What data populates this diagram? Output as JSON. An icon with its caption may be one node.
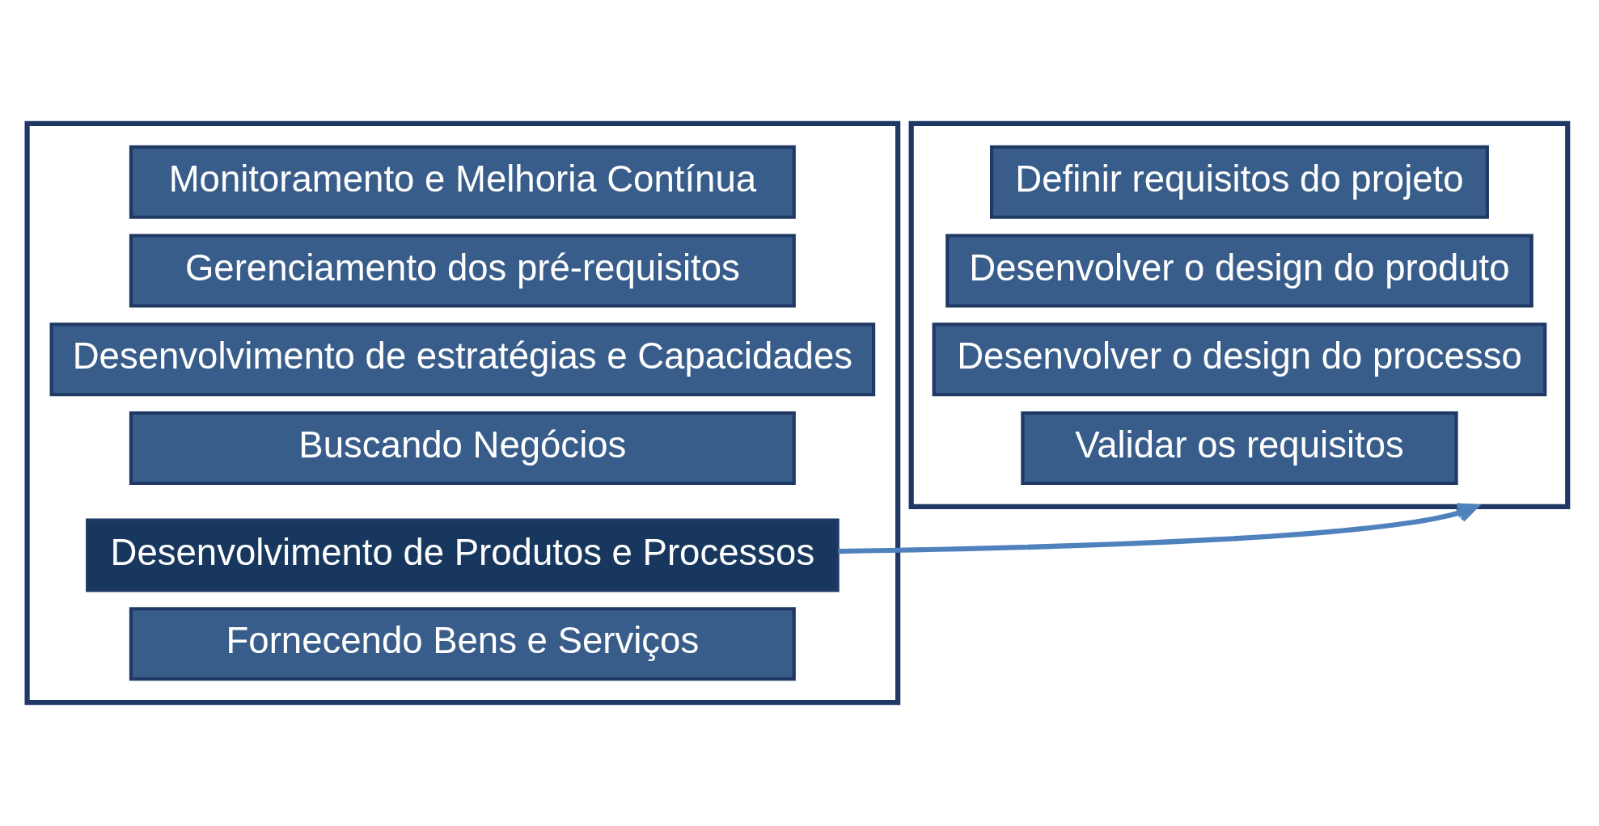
{
  "diagram": {
    "nodes": [
      {
        "text": [],
        "shape": "box"
      },
      {
        "text": [
          "Monitoramento e Melhoria Contínua"
        ],
        "in": 0
      },
      {
        "text": [
          "Gerenciamento dos pré-requisitos"
        ],
        "in": 0
      },
      {
        "text": [
          "Desenvolvimento de estratégias e Capacidades"
        ],
        "in": 0
      },
      {
        "text": [
          "Buscando Negócios"
        ],
        "in": 0
      },
      {
        "text": [
          "Desenvolvimento de Produtos e Processos"
        ],
        "in": 0
      },
      {
        "text": [
          "Fornecendo Bens e Serviços"
        ],
        "in": 0
      },
      {
        "text": [],
        "shape": "box"
      },
      {
        "text": [
          "Definir requisitos do projeto"
        ],
        "in": 7
      },
      {
        "text": [
          "Desenvolver o design do produto"
        ],
        "in": 7
      },
      {
        "text": [
          "Desenvolver o design do processo"
        ],
        "in": 7
      },
      {
        "text": [
          "Validar os requisitos"
        ],
        "in": 7
      }
    ],
    "edges": [
      {
        "from": 5,
        "to": 7,
        "arrow": "to"
      }
    ]
  }
}
